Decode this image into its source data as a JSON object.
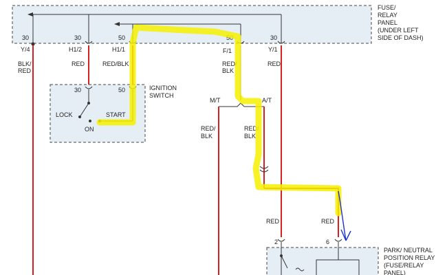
{
  "colors": {
    "panel_fill": "#e6eef5",
    "wire_red": "#d62020",
    "highlight": "#f4f000",
    "annotation": "#1f2fd0"
  },
  "fuse_panel": {
    "title_lines": [
      "FUSE/",
      "RELAY",
      "PANEL",
      "(UNDER LEFT",
      "SIDE OF DASH)"
    ],
    "terminals": [
      {
        "num": "30",
        "pin": "Y/4"
      },
      {
        "num": "30",
        "pin": "H1/2"
      },
      {
        "num": "50",
        "pin": "H1/1"
      },
      {
        "num": "50",
        "pin": "F/1"
      },
      {
        "num": "30",
        "pin": "Y/1"
      }
    ]
  },
  "ignition_switch": {
    "title_lines": [
      "IGNITION",
      "SWITCH"
    ],
    "terminals": [
      "30",
      "50"
    ],
    "positions": [
      "LOCK",
      "ON",
      "START"
    ]
  },
  "transmission": {
    "mt": "M/T",
    "at": "A/T"
  },
  "relay": {
    "title_lines": [
      "PARK/ NEUTRAL",
      "POSITION RELAY",
      "(FUSE/RELAY",
      "PANEL)"
    ],
    "terminals": [
      "2",
      "6"
    ]
  },
  "wire_labels": {
    "y4": [
      "BLK/",
      "RED"
    ],
    "h12": "RED",
    "h11": "RED/BLK",
    "f1": [
      "RED/",
      "BLK"
    ],
    "y1": "RED",
    "mt": [
      "RED/",
      "BLK"
    ],
    "at": [
      "RED/",
      "BLK"
    ],
    "relay2": "RED",
    "relay6": "RED"
  }
}
